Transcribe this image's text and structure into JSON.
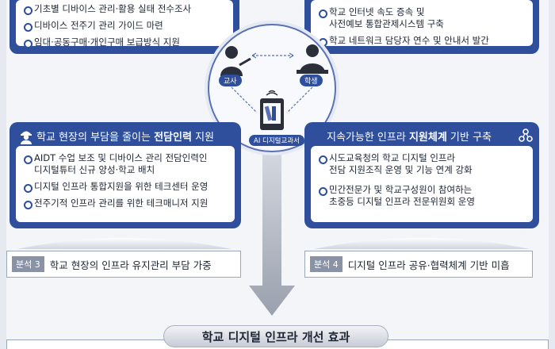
{
  "top_left": {
    "items": [
      "기초별 디바이스 관리·활용 실태 전수조사",
      "디바이스 전주기 관리 가이드 마련",
      "임대·공동구매·개인구매 보급방식 지원"
    ]
  },
  "top_right": {
    "items": [
      {
        "line1": "학교 인터넷 속도 증속 및",
        "line2": "사전예보 통합관제시스템 구축"
      },
      {
        "line1": "학교 네트워크 담당자 연수 및 안내서 발간",
        "line2": ""
      }
    ]
  },
  "center": {
    "teacher_label": "교사",
    "student_label": "학생",
    "book_label": "AI 디지털교과서"
  },
  "left_mid": {
    "title_prefix": "학교 현장의 부담을 줄이는 ",
    "title_strong": "전담인력",
    "title_suffix": " 지원",
    "items": [
      {
        "line1": "AIDT 수업 보조 및 디바이스 관리 전담인력인",
        "line2": "디지털튜터 신규 양성·학교 배치"
      },
      {
        "line1": "디지털 인프라 통합지원을 위한 테크센터 운영",
        "line2": ""
      },
      {
        "line1": "전주기적 인프라 관리를 위한 테크매니저 지원",
        "line2": ""
      }
    ]
  },
  "right_mid": {
    "title_prefix": "지속가능한 인프라 ",
    "title_strong": "지원체계",
    "title_suffix": " 기반 구축",
    "items": [
      {
        "line1": "시도교육청의 학교 디지털 인프라",
        "line2": "전담 지원조직 운영 및 기능 연계 강화"
      },
      {
        "line1": "민간전문가 및 학교구성원이 참여하는",
        "line2": "초중등 디지털 인프라 전문위원회 운영"
      }
    ]
  },
  "analysis": {
    "left_tag": "분석 3",
    "left_text": "학교 현장의 인프라 유지관리 부담 가중",
    "right_tag": "분석 4",
    "right_text": "디지털 인프라 공유·협력체계 기반 미흡"
  },
  "effect": {
    "title": "학교 디지털 인프라 개선 효과"
  },
  "colors": {
    "panel": "#2f4f9c",
    "accent": "#5a72b5",
    "tag": "#8a93a5"
  }
}
